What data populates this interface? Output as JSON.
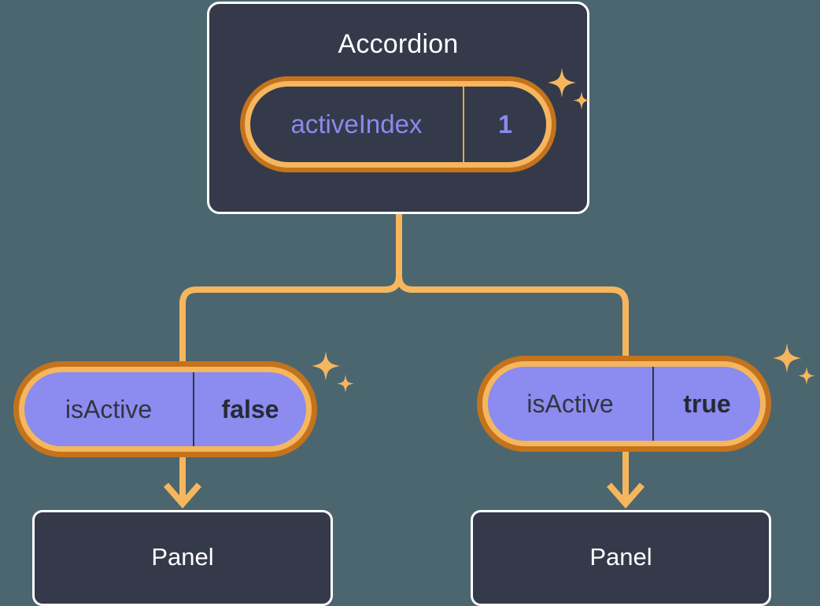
{
  "theme": {
    "background": "#4c666f",
    "component_fill": "#343a4a",
    "component_border": "#ffffff",
    "pill_fill": "#8b8bf0",
    "pill_border_inner": "#f6b65e",
    "pill_border_outer": "#c4731c",
    "connector": "#f6b65e",
    "prop_name_color_dark": "#8a8aee",
    "prop_name_color_light": "#31353f",
    "sparkle_color": "#f6b65e"
  },
  "diagram": {
    "type": "component-tree",
    "root": {
      "name": "accordion-node",
      "title": "Accordion",
      "prop": {
        "key": "activeIndex",
        "value": "1"
      }
    },
    "branches": [
      {
        "name": "branch-left",
        "prop": {
          "key": "isActive",
          "value": "false"
        },
        "child": {
          "name": "panel-left",
          "title": "Panel"
        }
      },
      {
        "name": "branch-right",
        "prop": {
          "key": "isActive",
          "value": "true"
        },
        "child": {
          "name": "panel-right",
          "title": "Panel"
        }
      }
    ],
    "sparkles": [
      {
        "name": "sparkle-accordion"
      },
      {
        "name": "sparkle-left"
      },
      {
        "name": "sparkle-right"
      }
    ]
  }
}
